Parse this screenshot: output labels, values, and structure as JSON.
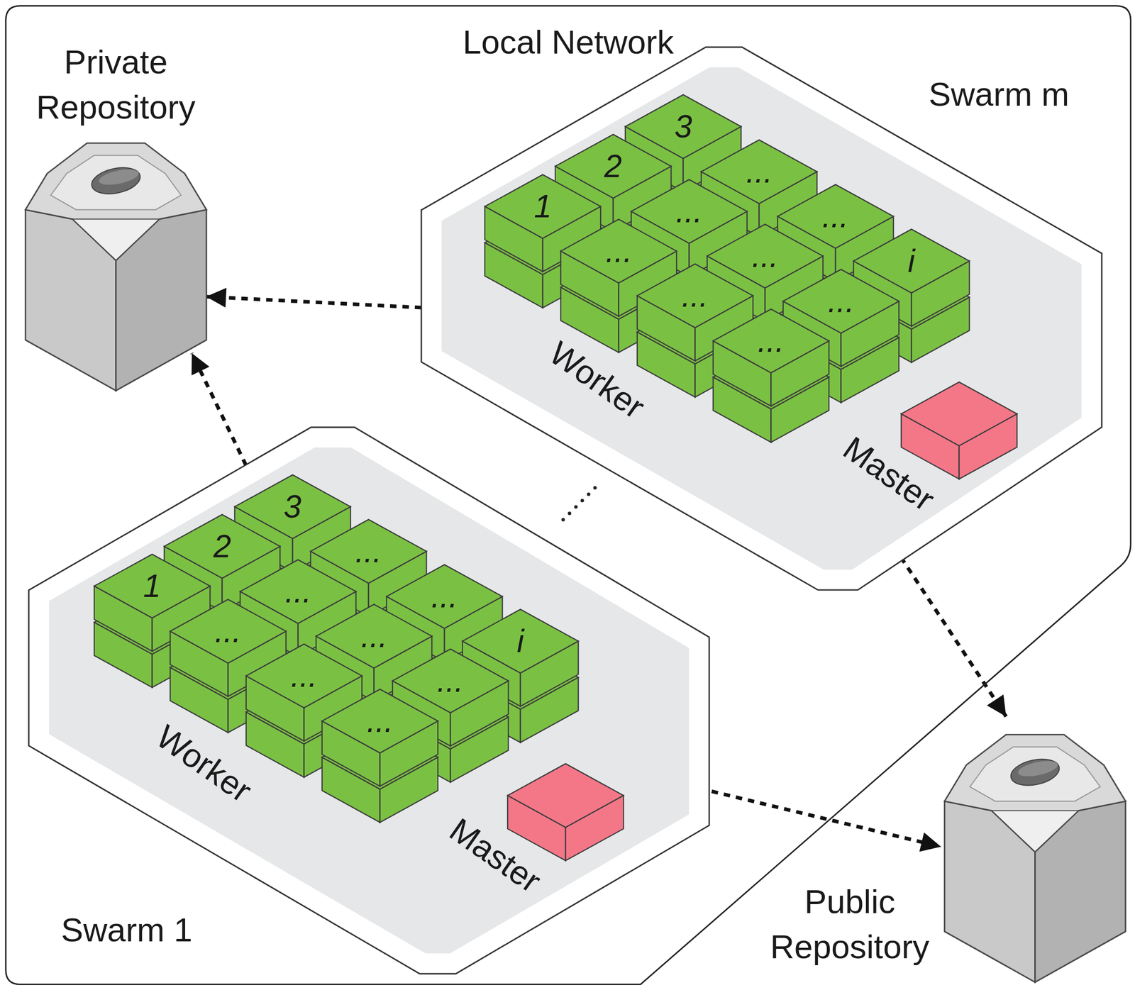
{
  "diagram": {
    "nodes": [
      {
        "text": [
          "Local Network"
        ]
      },
      {
        "text": [
          "Private Repository"
        ],
        "in": 0
      },
      {
        "text": [
          "Swarm m"
        ],
        "in": 0
      },
      {
        "text": [
          "1"
        ],
        "in": 2
      },
      {
        "text": [
          "2"
        ],
        "in": 2
      },
      {
        "text": [
          "3"
        ],
        "in": 2
      },
      {
        "text": [
          "..."
        ],
        "in": 2
      },
      {
        "text": [
          "..."
        ],
        "in": 2
      },
      {
        "text": [
          "..."
        ],
        "in": 2
      },
      {
        "text": [
          "..."
        ],
        "in": 2
      },
      {
        "text": [
          "..."
        ],
        "in": 2
      },
      {
        "text": [
          "i"
        ],
        "in": 2
      },
      {
        "text": [
          "..."
        ],
        "in": 2
      },
      {
        "text": [
          "..."
        ],
        "in": 2
      },
      {
        "text": [
          "..."
        ],
        "in": 2
      },
      {
        "text": [
          "Master"
        ],
        "in": 2
      },
      {
        "text": [
          "Swarm 1"
        ],
        "in": 0
      },
      {
        "text": [
          "1"
        ],
        "in": 16
      },
      {
        "text": [
          "2"
        ],
        "in": 16
      },
      {
        "text": [
          "3"
        ],
        "in": 16
      },
      {
        "text": [
          "..."
        ],
        "in": 16
      },
      {
        "text": [
          "..."
        ],
        "in": 16
      },
      {
        "text": [
          "..."
        ],
        "in": 16
      },
      {
        "text": [
          "..."
        ],
        "in": 16
      },
      {
        "text": [
          "..."
        ],
        "in": 16
      },
      {
        "text": [
          "i"
        ],
        "in": 16
      },
      {
        "text": [
          "..."
        ],
        "in": 16
      },
      {
        "text": [
          "..."
        ],
        "in": 16
      },
      {
        "text": [
          "..."
        ],
        "in": 16
      },
      {
        "text": [
          "Master"
        ],
        "in": 16
      },
      {
        "text": [
          "Public Repository"
        ]
      }
    ],
    "edges": [
      {
        "from": 2,
        "to": 1,
        "arrow": "to"
      },
      {
        "from": 16,
        "to": 1,
        "arrow": "to"
      },
      {
        "from": 2,
        "to": 30,
        "arrow": "to"
      },
      {
        "from": 16,
        "to": 30,
        "arrow": "to"
      }
    ],
    "labels": [
      "Worker",
      "Worker"
    ]
  }
}
